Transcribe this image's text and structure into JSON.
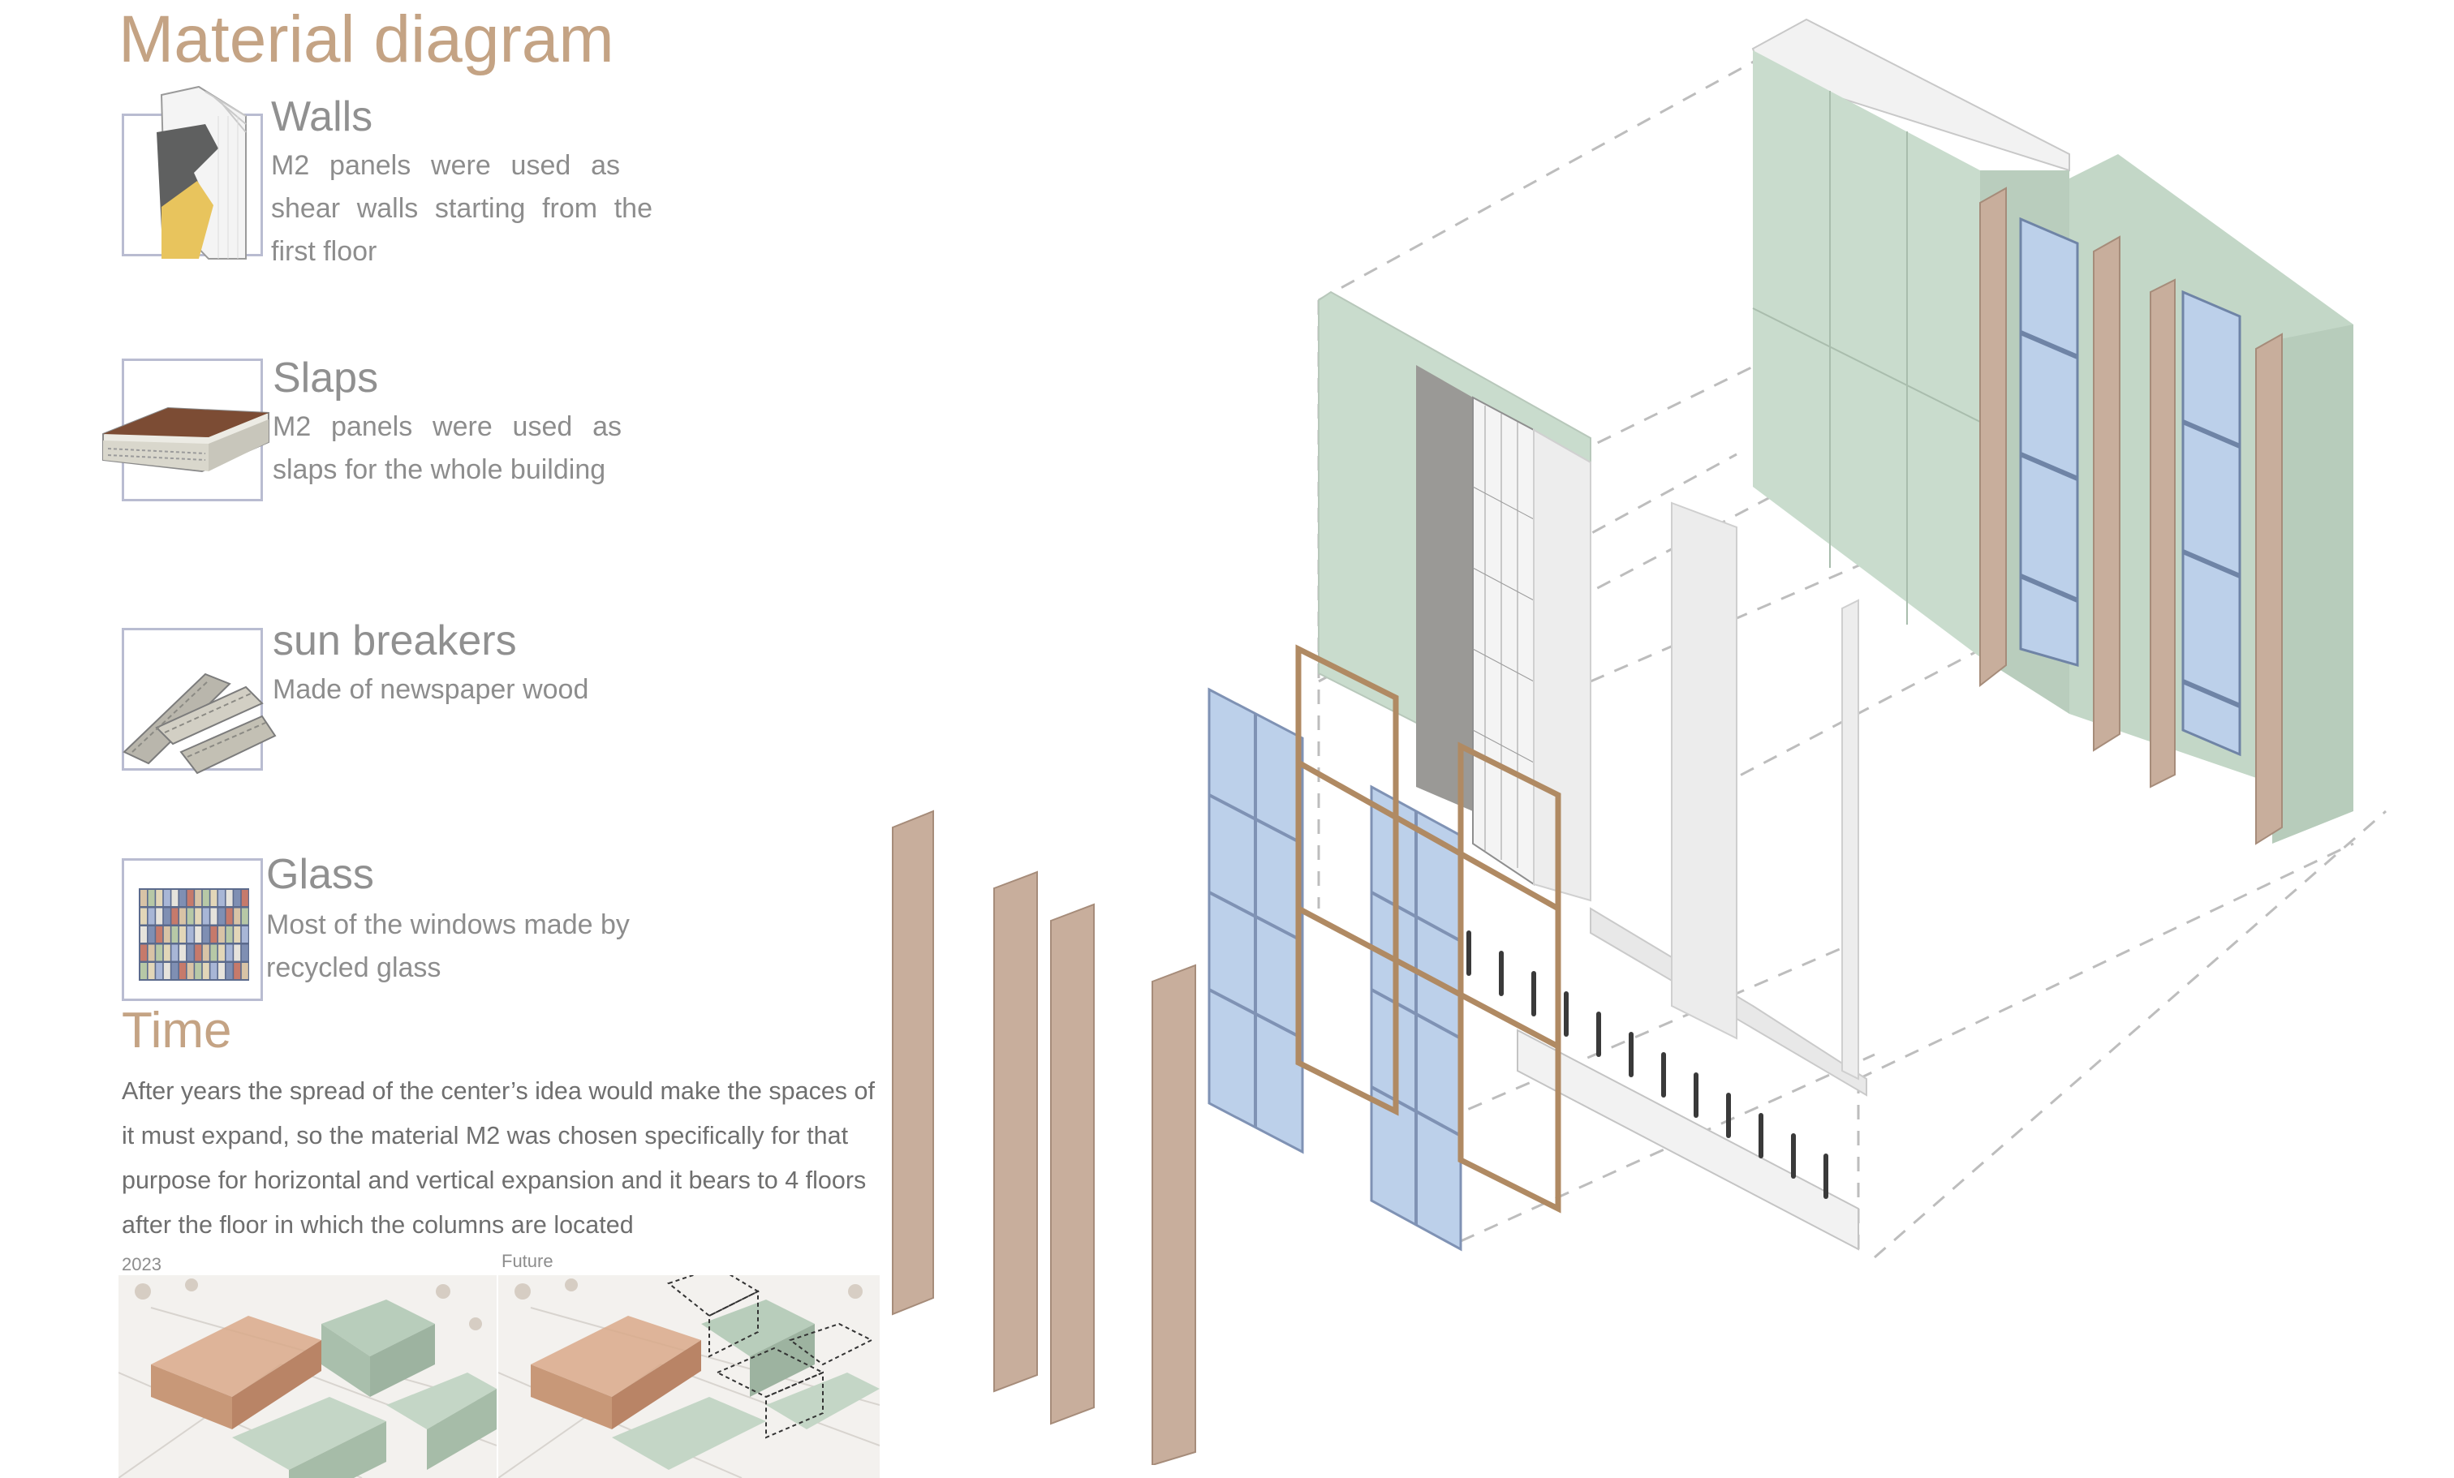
{
  "title": "Material diagram",
  "materials": [
    {
      "name": "Walls",
      "lines": [
        "M2 panels were used as",
        "shear walls starting from the",
        "first floor"
      ],
      "icon": "wall-panel-section-icon"
    },
    {
      "name": "Slaps",
      "lines": [
        "M2 panels were used as",
        "slaps for the whole building"
      ],
      "icon": "slab-panel-icon"
    },
    {
      "name": "sun breakers",
      "lines": [
        "Made of newspaper wood"
      ],
      "icon": "newspaper-wood-icon"
    },
    {
      "name": "Glass",
      "lines": [
        "Most of the windows made by",
        "recycled glass"
      ],
      "icon": "recycled-glass-icon"
    }
  ],
  "time": {
    "heading": "Time",
    "lines": [
      "After years the spread of the  center’s idea would make the spaces of",
      "it must expand, so the material M2 was chosen specifically for that",
      "purpose for horizontal and vertical expansion and it bears to 4 floors",
      "after the floor in which the columns are located"
    ]
  },
  "renders": [
    {
      "label": "2023"
    },
    {
      "label": "Future"
    }
  ],
  "colors": {
    "accent": "#c4a384",
    "wood": "#c8ae9c",
    "wall_green": "#c9dccd",
    "glass_blue": "#bcd0ea",
    "frame_brown": "#b08a63",
    "concrete_grey": "#9a9996"
  }
}
